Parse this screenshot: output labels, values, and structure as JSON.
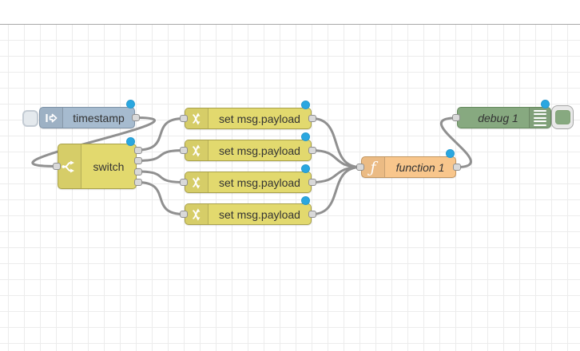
{
  "workspace": {
    "grid_size": 20,
    "colors": {
      "canvas": "#ffffff",
      "grid_line": "#ececec",
      "header_border": "#a9a9a9",
      "wire": "#909090",
      "port_fill": "#d9d9d9",
      "port_border": "#8f8f8f",
      "status_dot_blue": "#2aa7e0",
      "label_text": "#333333"
    }
  },
  "nodes": {
    "inject": {
      "label": "timestamp",
      "type": "inject",
      "fill": "#a6bbcf",
      "border": "#7f93a7",
      "icon": "inject-arrow-icon",
      "has_button": true,
      "status_dot": true
    },
    "switch": {
      "label": "switch",
      "type": "switch",
      "fill": "#e2d96e",
      "border": "#a8a04a",
      "icon": "switch-branch-icon",
      "outputs": 4,
      "status_dot": true
    },
    "change1": {
      "label": "set msg.payload",
      "type": "change",
      "fill": "#e2d96e",
      "border": "#a8a04a",
      "icon": "change-crossed-arrows-icon",
      "status_dot": true
    },
    "change2": {
      "label": "set msg.payload",
      "type": "change",
      "fill": "#e2d96e",
      "border": "#a8a04a",
      "icon": "change-crossed-arrows-icon",
      "status_dot": true
    },
    "change3": {
      "label": "set msg.payload",
      "type": "change",
      "fill": "#e2d96e",
      "border": "#a8a04a",
      "icon": "change-crossed-arrows-icon",
      "status_dot": true
    },
    "change4": {
      "label": "set msg.payload",
      "type": "change",
      "fill": "#e2d96e",
      "border": "#a8a04a",
      "icon": "change-crossed-arrows-icon",
      "status_dot": true
    },
    "function": {
      "label": "function 1",
      "type": "function",
      "fill": "#f8c68c",
      "border": "#c1945e",
      "icon": "function-f-icon",
      "icon_glyph": "ƒ",
      "status_dot": true
    },
    "debug": {
      "label": "debug 1",
      "type": "debug",
      "fill": "#87a980",
      "border": "#668a5e",
      "icon": "debug-lines-icon",
      "toggle_state": "enabled",
      "status_dot": true
    }
  },
  "wires": [
    {
      "from": "timestamp",
      "to": "switch"
    },
    {
      "from": "switch (output 1)",
      "to": "set msg.payload (1)"
    },
    {
      "from": "switch (output 2)",
      "to": "set msg.payload (2)"
    },
    {
      "from": "switch (output 3)",
      "to": "set msg.payload (3)"
    },
    {
      "from": "switch (output 4)",
      "to": "set msg.payload (4)"
    },
    {
      "from": "set msg.payload (1)",
      "to": "function 1"
    },
    {
      "from": "set msg.payload (2)",
      "to": "function 1"
    },
    {
      "from": "set msg.payload (3)",
      "to": "function 1"
    },
    {
      "from": "set msg.payload (4)",
      "to": "function 1"
    },
    {
      "from": "function 1",
      "to": "debug 1"
    }
  ]
}
